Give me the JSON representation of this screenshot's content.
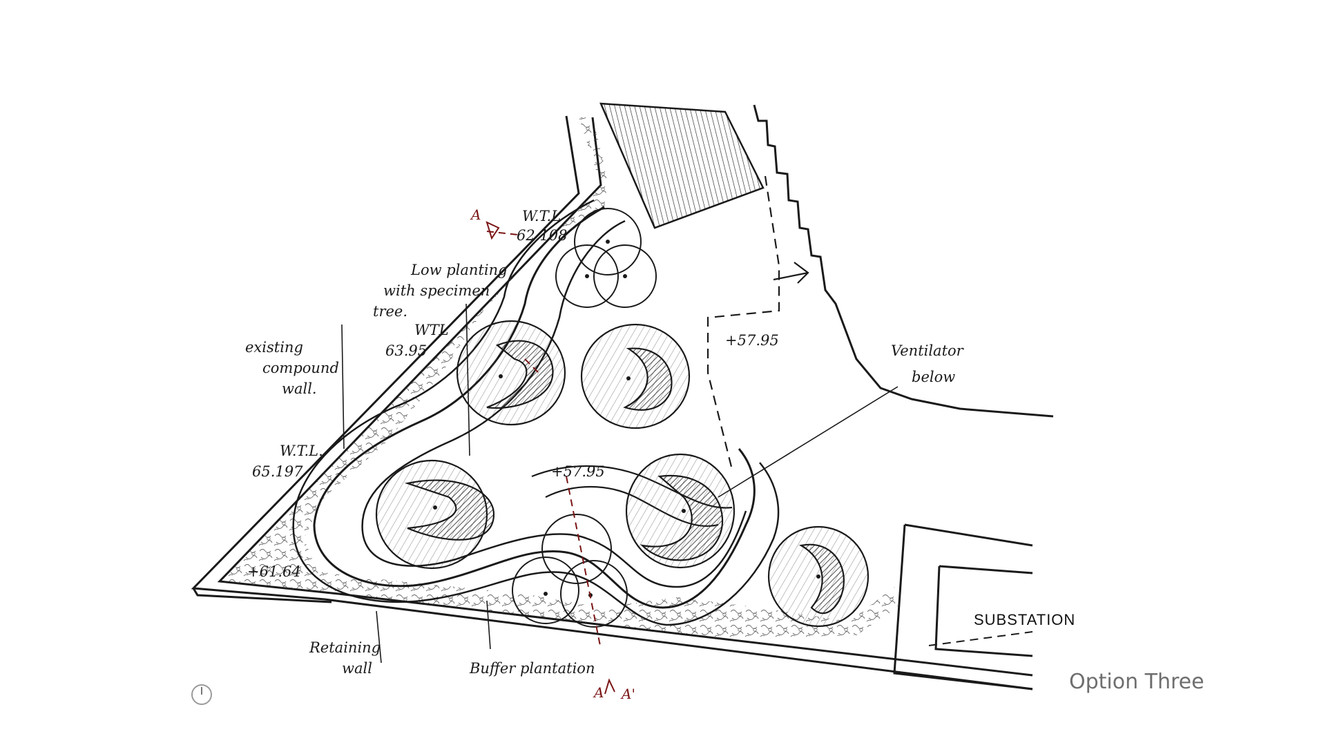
{
  "caption": "Option Three",
  "labels": {
    "wtl_1_a": "W.T.L",
    "wtl_1_b": "62.108",
    "low_planting_1": "Low planting",
    "low_planting_2": "with specimen",
    "low_planting_3": "tree.",
    "wtl_2_a": "WTL",
    "wtl_2_b": "63.95",
    "compound_1": "existing",
    "compound_2": "compound",
    "compound_3": "wall.",
    "wtl_3_a": "W.T.L.",
    "wtl_3_b": "65.197",
    "level_left": "+61.64",
    "level_center": "+57.95",
    "level_upper": "+57.95",
    "ventilator_1": "Ventilator",
    "ventilator_2": "below",
    "substation": "SUBSTATION",
    "retaining_1": "Retaining",
    "retaining_2": "wall",
    "buffer": "Buffer plantation",
    "section_top_a": "A",
    "section_bottom_a": "A",
    "section_bottom_a_prime": "A'"
  },
  "colors": {
    "ink": "#1a1a1a",
    "section_marker": "#7a1414",
    "caption": "#6e6e6e"
  }
}
